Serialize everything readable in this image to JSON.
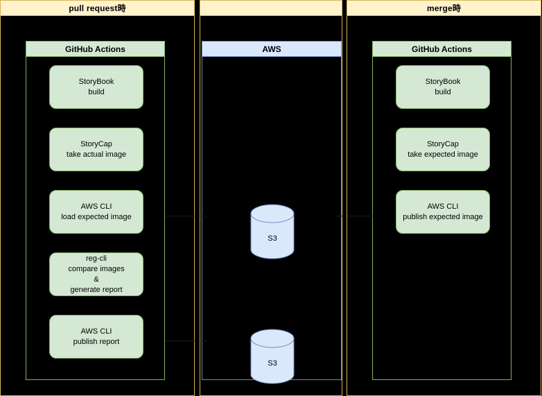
{
  "diagram": {
    "type": "swimlane-flow",
    "background": "#000000",
    "colors": {
      "pool_fill": "#fff2cc",
      "pool_border": "#d6b656",
      "green_fill": "#d5e8d4",
      "green_border": "#82b366",
      "blue_fill": "#dae8fc",
      "blue_border": "#6c8ebf"
    }
  },
  "pools": [
    {
      "id": "pool-pull-request",
      "title": "pull request時",
      "group": {
        "id": "group-github-actions-left",
        "title": "GitHub Actions",
        "variant": "green",
        "tasks": [
          {
            "id": "task-storybook-build-left",
            "label": "StoryBook\nbuild"
          },
          {
            "id": "task-storycap-actual",
            "label": "StoryCap\ntake actual image"
          },
          {
            "id": "task-awscli-load-expected",
            "label": "AWS CLI\nload expected image"
          },
          {
            "id": "task-regcli-compare",
            "label": "reg-cli\ncompare images\n&\ngenerate report"
          },
          {
            "id": "task-awscli-publish-report",
            "label": "AWS CLI\npublish report"
          }
        ]
      }
    },
    {
      "id": "pool-aws",
      "title": "",
      "group": {
        "id": "group-aws",
        "title": "AWS",
        "variant": "blue",
        "stores": [
          {
            "id": "store-s3-expected",
            "label": "S3"
          },
          {
            "id": "store-s3-report",
            "label": "S3"
          }
        ]
      }
    },
    {
      "id": "pool-merge",
      "title": "merge時",
      "group": {
        "id": "group-github-actions-right",
        "title": "GitHub Actions",
        "variant": "green",
        "tasks": [
          {
            "id": "task-storybook-build-right",
            "label": "StoryBook\nbuild"
          },
          {
            "id": "task-storycap-expected",
            "label": "StoryCap\ntake expected image"
          },
          {
            "id": "task-awscli-publish-expected",
            "label": "AWS CLI\npublish expected image"
          }
        ]
      }
    }
  ]
}
